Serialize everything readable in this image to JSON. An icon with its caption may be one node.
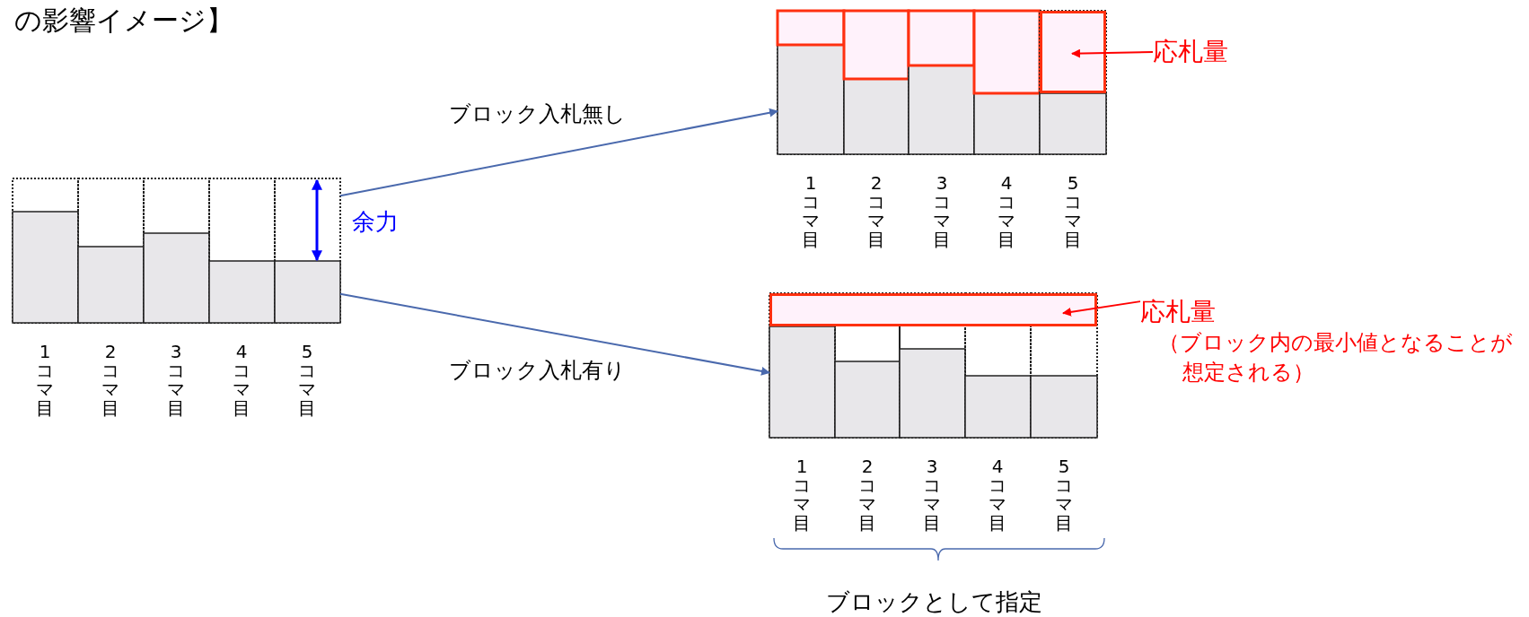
{
  "diagram": {
    "title": "の影響イメージ】",
    "nodes": [
      {
        "text": [],
        "shape": "box",
        "beside": [
          "余力"
        ]
      },
      {
        "text": [],
        "shape": "box"
      },
      {
        "text": [],
        "shape": "box",
        "in": 1
      },
      {
        "text": [],
        "shape": "box"
      },
      {
        "text": [],
        "shape": "box",
        "in": 3
      },
      {
        "text": [
          "応札量"
        ]
      },
      {
        "text": [
          "応札量",
          "（ブロック内の最小値となることが想定される）"
        ]
      }
    ],
    "edges": [
      {
        "from": 0,
        "to": 1,
        "arrow": "to",
        "label": "ブロック入札無し"
      },
      {
        "from": 0,
        "to": 3,
        "arrow": "to",
        "label": "ブロック入札有り"
      },
      {
        "from": 5,
        "to": 2,
        "arrow": "to",
        "color": "#ff0000"
      },
      {
        "from": 6,
        "to": 4,
        "arrow": "to",
        "color": "#ff0000"
      }
    ],
    "labels": [
      "1コマ目",
      "2コマ目",
      "3コマ目",
      "4コマ目",
      "5コマ目",
      "1コマ目",
      "2コマ目",
      "3コマ目",
      "4コマ目",
      "5コマ目",
      "1コマ目",
      "2コマ目",
      "3コマ目",
      "4コマ目",
      "5コマ目",
      "ブロックとして指定"
    ]
  }
}
